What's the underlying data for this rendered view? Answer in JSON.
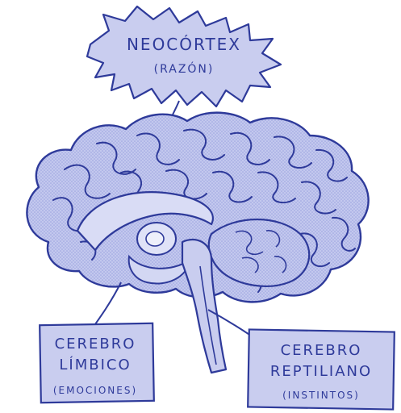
{
  "labels": {
    "neocortex": {
      "title": "NEOCÓRTEX",
      "subtitle": "(RAZÓN)"
    },
    "limbic": {
      "line1": "CEREBRO",
      "line2": "LÍMBICO",
      "subtitle": "(EMOCIONES)"
    },
    "reptilian": {
      "line1": "CEREBRO",
      "line2": "REPTILIANO",
      "subtitle": "(INSTINTOS)"
    }
  },
  "colors": {
    "ink": "#2e3a9a",
    "fill": "#c9cdef",
    "fill_dark": "#b5bbe8",
    "background": "#ffffff"
  }
}
